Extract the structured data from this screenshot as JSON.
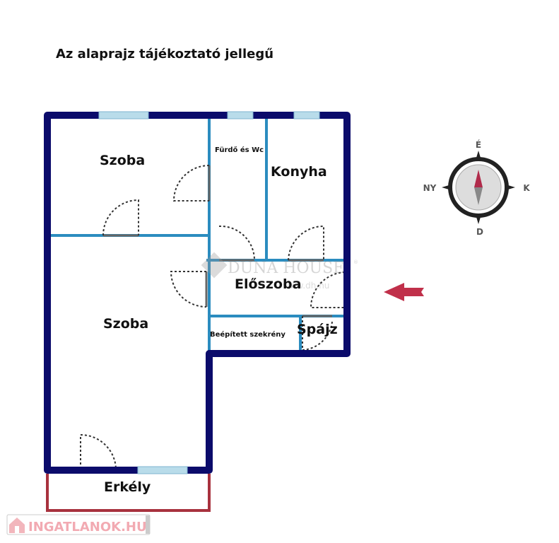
{
  "title": "Az alaprajz tájékoztató jellegű",
  "rooms": {
    "szoba1": "Szoba",
    "furdo": "Fürdő és Wc",
    "konyha": "Konyha",
    "eloszoba": "Előszoba",
    "szoba2": "Szoba",
    "szekreny": "Beépített szekrény",
    "spajz": "Spájz",
    "erkely": "Erkély"
  },
  "compass": {
    "north": "É",
    "east": "K",
    "south": "D",
    "west": "NY"
  },
  "watermark": {
    "brand": "DUNA HOUSE",
    "reg": "®",
    "url": "www.dh.hu"
  },
  "footer_logo": "INGATLANOK.HU",
  "colors": {
    "outer_wall": "#0b0b6b",
    "inner_wall": "#2b8cbf",
    "balcony": "#a8323e",
    "arrow": "#c0304a"
  }
}
